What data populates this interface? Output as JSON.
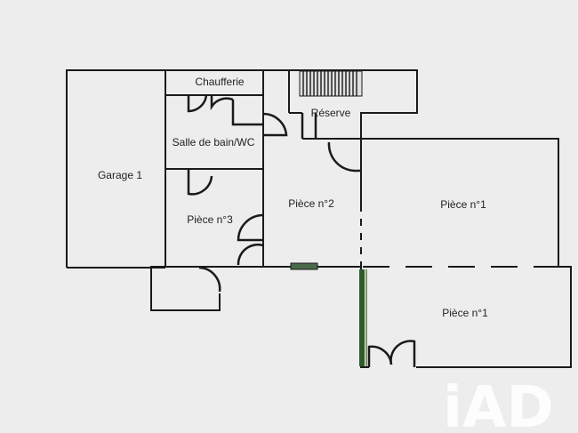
{
  "rooms": {
    "chaufferie": "Chaufferie",
    "reserve": "Réserve",
    "salle_de_bain": "Salle de bain/WC",
    "garage": "Garage 1",
    "piece2": "Pièce n°2",
    "piece3": "Pièce n°3",
    "piece1_top": "Pièce n°1",
    "piece1_bottom": "Pièce n°1"
  },
  "watermark": {
    "logo_text": "iAD"
  },
  "colors": {
    "wall": "#1a1a1a",
    "accent_wall": "#2f5a2a",
    "background": "#ededed"
  }
}
